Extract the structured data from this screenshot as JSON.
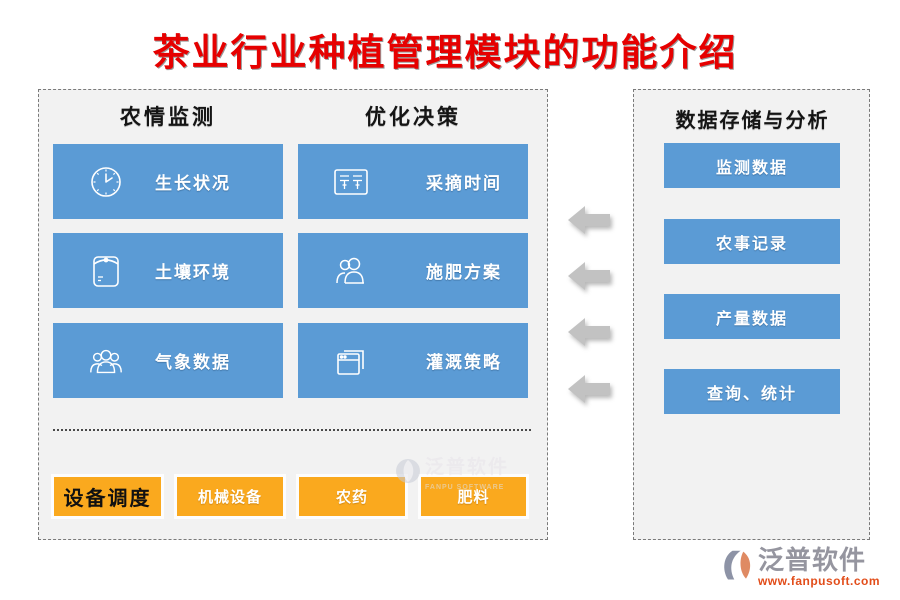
{
  "title": "茶业行业种植管理模块的功能介绍",
  "left_panel": {
    "columns": [
      {
        "header": "农情监测",
        "items": [
          {
            "label": "生长状况",
            "icon": "clock-icon"
          },
          {
            "label": "土壤环境",
            "icon": "soil-bag-icon"
          },
          {
            "label": "气象数据",
            "icon": "users-group-icon"
          }
        ]
      },
      {
        "header": "优化决策",
        "items": [
          {
            "label": "采摘时间",
            "icon": "schedule-board-icon"
          },
          {
            "label": "施肥方案",
            "icon": "two-users-icon"
          },
          {
            "label": "灌溉策略",
            "icon": "stacked-windows-icon"
          }
        ]
      }
    ],
    "bottom_buttons": [
      {
        "label": "设备调度"
      },
      {
        "label": "机械设备"
      },
      {
        "label": "农药"
      },
      {
        "label": "肥料"
      }
    ]
  },
  "right_panel": {
    "header": "数据存储与分析",
    "items": [
      {
        "label": "监测数据"
      },
      {
        "label": "农事记录"
      },
      {
        "label": "产量数据"
      },
      {
        "label": "查询、统计"
      }
    ]
  },
  "arrows": {
    "count": 4,
    "direction": "left"
  },
  "watermark": {
    "text": "泛普软件",
    "subtext": "FANPU SOFTWARE"
  },
  "footer": {
    "brand": "泛普软件",
    "url": "www.fanpusoft.com"
  },
  "colors": {
    "module_blue": "#5b9bd5",
    "accent_orange": "#faa91e",
    "title_red": "#e60000",
    "arrow_gray": "#c2c2c2",
    "panel_bg": "#f2f2f2"
  }
}
